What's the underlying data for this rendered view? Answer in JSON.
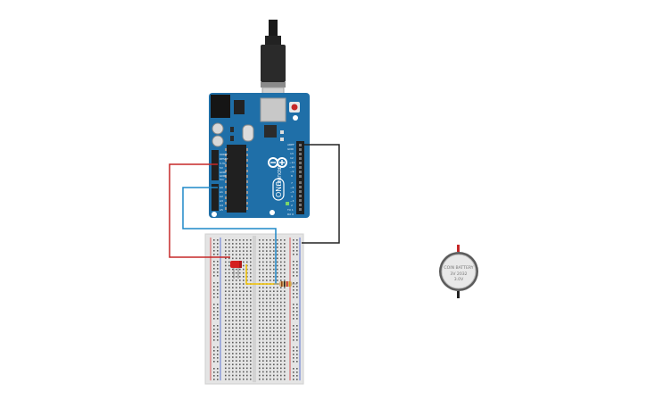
{
  "arduino": {
    "brand": "ARDUINO",
    "model": "UNO",
    "header_top": [
      "AREF",
      "GND",
      "13",
      "12",
      "~11",
      "~10",
      "~9",
      "8",
      "7",
      "~6",
      "~5",
      "4",
      "~3",
      "2",
      "TX 1",
      "RX 0"
    ],
    "header_power": [
      "IOREF",
      "RESET",
      "3.3V",
      "5V",
      "GND",
      "GND",
      "Vin"
    ],
    "header_analog": [
      "A0",
      "A1",
      "A2",
      "A3",
      "A4",
      "A5"
    ]
  },
  "battery": {
    "line1": "COIN BATTERY",
    "line2": "3V 2032",
    "line3": "3.0V"
  },
  "colors": {
    "board": "#1f6fa8",
    "wire_red": "#c62828",
    "wire_blue": "#1e88c8",
    "wire_black": "#222222",
    "wire_yellow": "#f2c200",
    "led": "#d42020"
  }
}
